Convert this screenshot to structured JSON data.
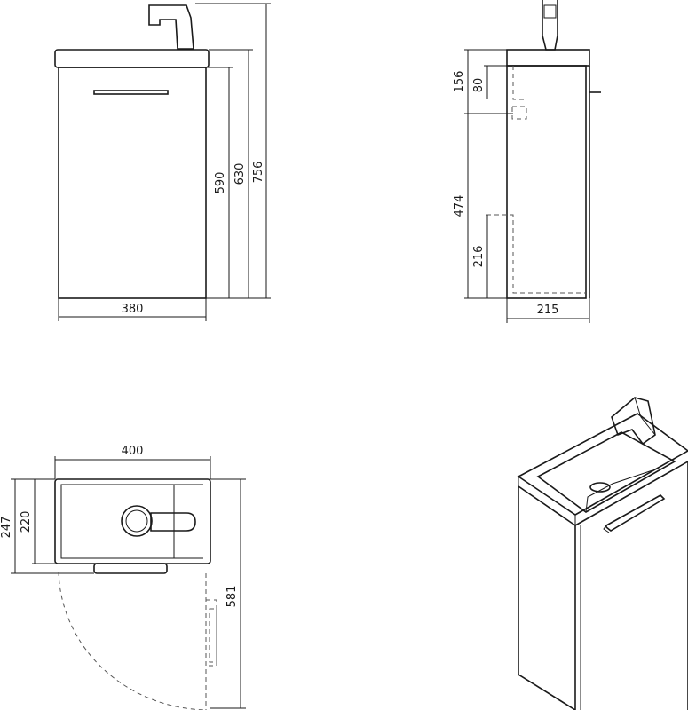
{
  "dimensions": {
    "front_height_body": "590",
    "front_height_with_top": "630",
    "front_height_total": "756",
    "front_width": "380",
    "side_offset_a": "156",
    "side_offset_b": "80",
    "side_height_lower": "474",
    "side_height_small": "216",
    "side_depth": "215",
    "top_width": "400",
    "top_depth_outer": "247",
    "top_depth_inner": "220",
    "door_swing": "581"
  }
}
